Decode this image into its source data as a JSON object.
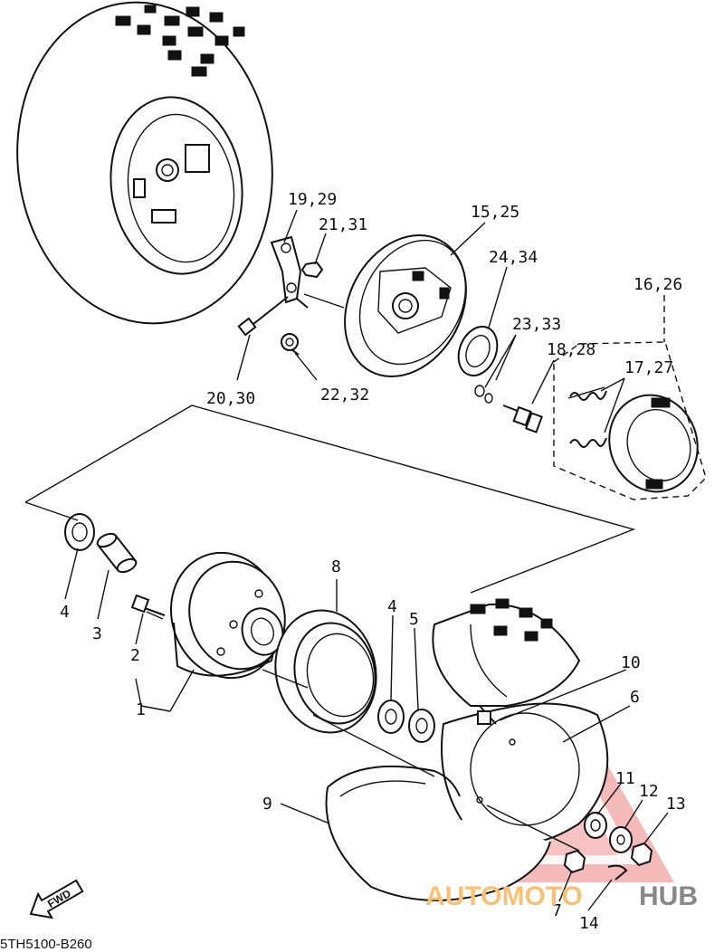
{
  "diagram": {
    "drawing_code": "5TH5100-B260",
    "direction_label": "FWD",
    "callouts": {
      "p1": "1",
      "p2": "2",
      "p3": "3",
      "p4a": "4",
      "p4b": "4",
      "p5": "5",
      "p6": "6",
      "p7": "7",
      "p8": "8",
      "p9": "9",
      "p10": "10",
      "p11": "11",
      "p12": "12",
      "p13": "13",
      "p14": "14",
      "p15_25": "15,25",
      "p16_26": "16,26",
      "p17_27": "17,27",
      "p18_28": "18,28",
      "p19_29": "19,29",
      "p20_30": "20,30",
      "p21_31": "21,31",
      "p22_32": "22,32",
      "p23_33": "23,33",
      "p24_34": "24,34"
    }
  },
  "watermark": {
    "brand_part1": "AUTOMOTO",
    "brand_part2": "HUB",
    "colors": {
      "triangle": "#e86a6a",
      "auto": "#f6c27a",
      "hub": "#888888"
    }
  }
}
